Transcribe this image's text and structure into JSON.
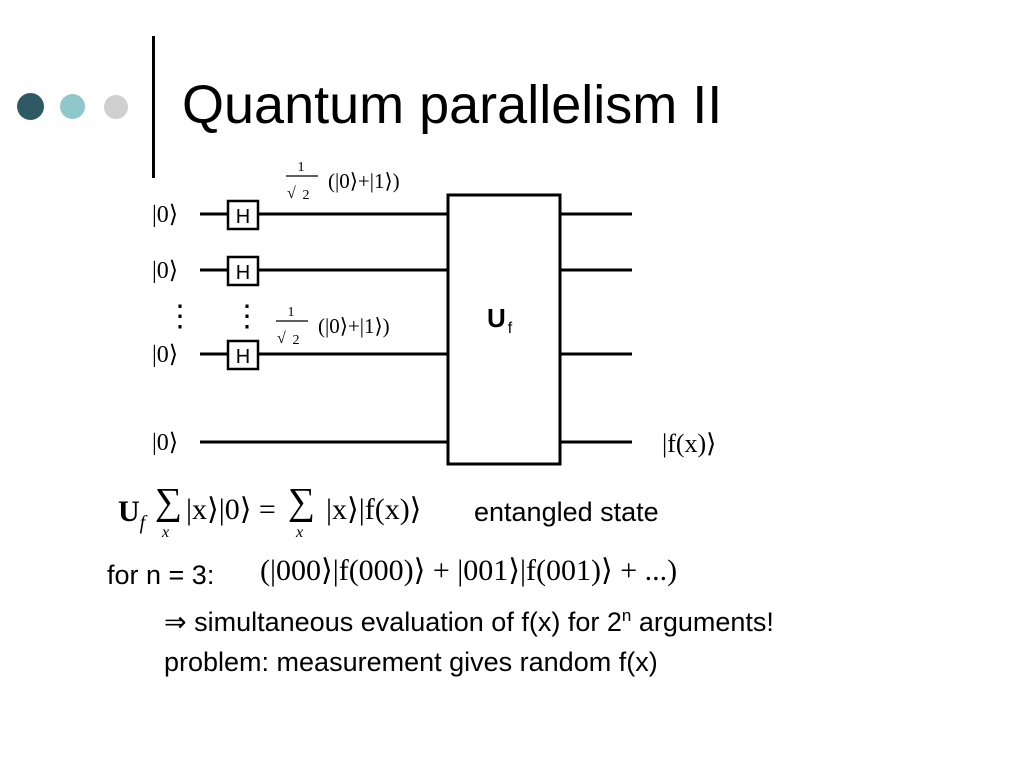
{
  "slide": {
    "title": "Quantum parallelism II",
    "bullet_colors": [
      "#2e5b63",
      "#8fc7ca",
      "#cfcfcf"
    ]
  },
  "circuit": {
    "inputs": [
      "|0⟩",
      "|0⟩",
      "|0⟩",
      "|0⟩"
    ],
    "vdots": "⋮",
    "gate_label": "H",
    "unitary_main": "U",
    "unitary_sub": "f",
    "output_label": "|f(x)⟩",
    "superposition_num": "1",
    "superposition_den": "2",
    "superposition_state": "(|0⟩+|1⟩)"
  },
  "equation": {
    "u": "U",
    "u_sub": "f",
    "sum_index": "x",
    "lhs": "|x⟩|0⟩ =",
    "rhs": "|x⟩|f(x)⟩",
    "caption": "entangled state"
  },
  "example": {
    "label": "for n = 3:",
    "expression": "(|000⟩|f(000)⟩ + |001⟩|f(001)⟩ + ...)"
  },
  "conclusion": {
    "line1_prefix": "⇒ simultaneous evaluation of f(x) for 2",
    "line1_sup": "n",
    "line1_suffix": " arguments!",
    "line2": "problem: measurement gives random f(x)"
  }
}
